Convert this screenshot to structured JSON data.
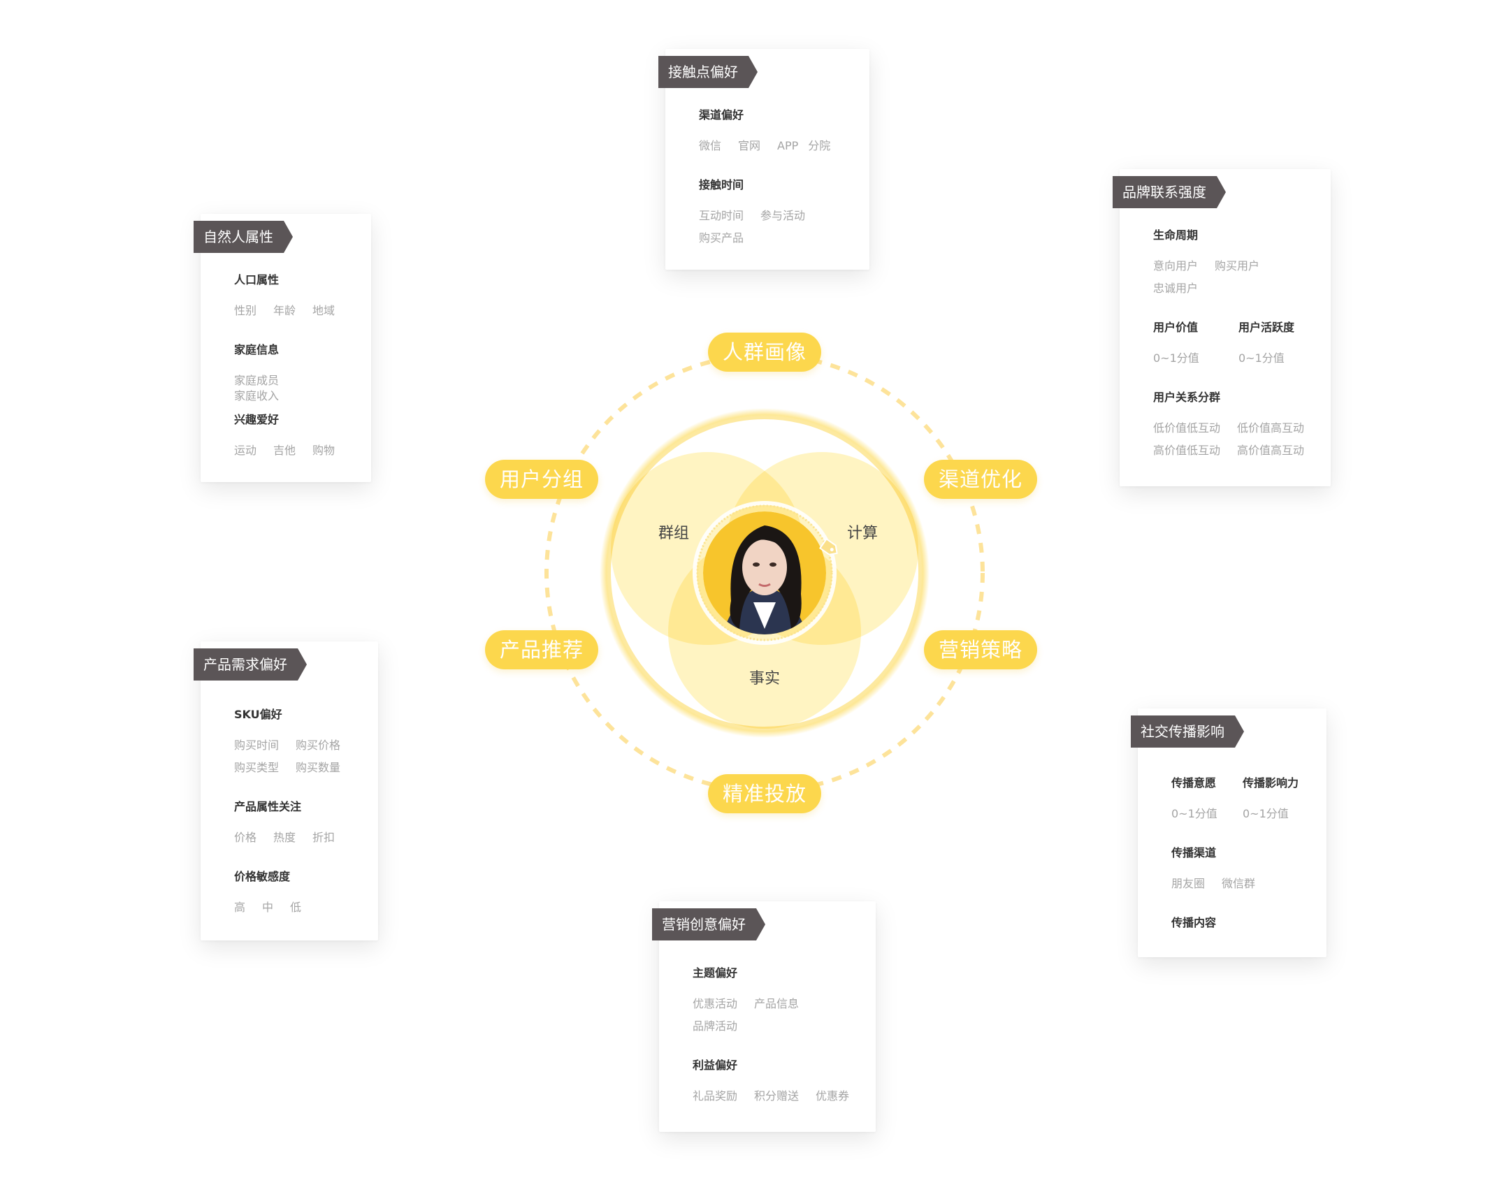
{
  "cards": {
    "natural": {
      "tag": "自然人属性",
      "s1": {
        "title": "人口属性",
        "items": [
          "性别",
          "年龄",
          "地域"
        ]
      },
      "s2": {
        "title": "家庭信息",
        "items": [
          "家庭成员",
          "家庭收入"
        ]
      },
      "s3": {
        "title": "兴趣爱好",
        "items": [
          "运动",
          "吉他",
          "购物"
        ]
      }
    },
    "touch": {
      "tag": "接触点偏好",
      "s1": {
        "title": "渠道偏好",
        "items": [
          "微信",
          "官网",
          "APP",
          "分院"
        ]
      },
      "s2": {
        "title": "接触时间",
        "items": [
          "互动时间",
          "参与活动",
          "购买产品"
        ]
      }
    },
    "brand": {
      "tag": "品牌联系强度",
      "s1": {
        "title": "生命周期",
        "items": [
          "意向用户",
          "购买用户",
          "忠诚用户"
        ]
      },
      "s2": {
        "title": "用户价值",
        "value": "0~1分值"
      },
      "s3": {
        "title": "用户活跃度",
        "value": "0~1分值"
      },
      "s4": {
        "title": "用户关系分群",
        "items": [
          "低价值低互动",
          "低价值高互动",
          "高价值低互动",
          "高价值高互动"
        ]
      }
    },
    "product": {
      "tag": "产品需求偏好",
      "s1": {
        "title": "SKU偏好",
        "items": [
          "购买时间",
          "购买价格",
          "购买类型",
          "购买数量"
        ]
      },
      "s2": {
        "title": "产品属性关注",
        "items": [
          "价格",
          "热度",
          "折扣"
        ]
      },
      "s3": {
        "title": "价格敏感度",
        "items": [
          "高",
          "中",
          "低"
        ]
      }
    },
    "social": {
      "tag": "社交传播影响",
      "s1": {
        "title": "传播意愿",
        "value": "0~1分值"
      },
      "s2": {
        "title": "传播影响力",
        "value": "0~1分值"
      },
      "s3": {
        "title": "传播渠道",
        "items": [
          "朋友圈",
          "微信群"
        ]
      },
      "s4": {
        "title": "传播内容"
      }
    },
    "marketing": {
      "tag": "营销创意偏好",
      "s1": {
        "title": "主题偏好",
        "items": [
          "优惠活动",
          "产品信息",
          "品牌活动"
        ]
      },
      "s2": {
        "title": "利益偏好",
        "items": [
          "礼品奖励",
          "积分赠送",
          "优惠券"
        ]
      }
    }
  },
  "hub": {
    "top": "人群画像",
    "upper_left": "用户分组",
    "upper_right": "渠道优化",
    "lower_left": "产品推荐",
    "lower_right": "营销策略",
    "bottom": "精准投放",
    "venn": {
      "left": "群组",
      "right": "计算",
      "bottom": "事实"
    }
  },
  "colors": {
    "accent": "#fcd74d",
    "tag": "#5b5557",
    "venn_fill": "#fff3b8",
    "avatar_bg": "#f7c52c"
  }
}
